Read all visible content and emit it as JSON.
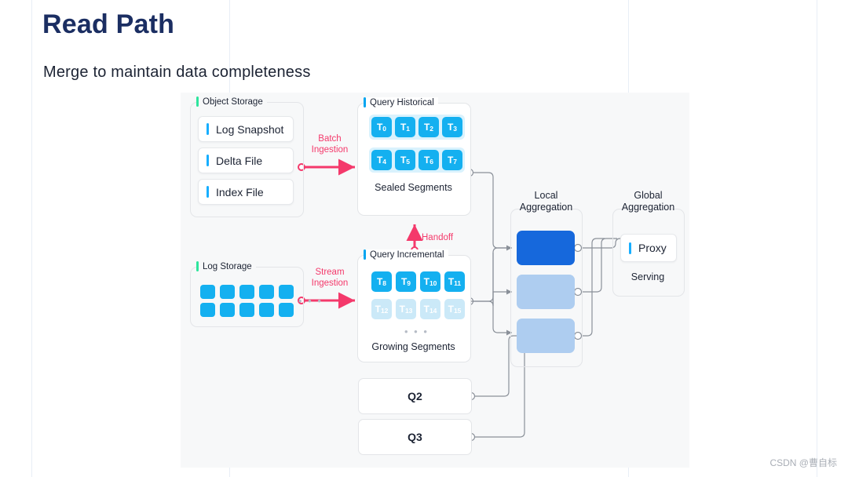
{
  "slide": {
    "title": "Read Path",
    "subtitle": "Merge to maintain data completeness",
    "watermark": "CSDN @曹自标"
  },
  "colors": {
    "title": "#1b2e62",
    "tile_blue": "#14b0f0",
    "tile_faded": "#cbe9f8",
    "agg_dark": "#1668dc",
    "agg_light": "#aecdf0",
    "accent_pink": "#f4396b",
    "accent_green": "#2ee59d",
    "canvas_bg": "#f7f8f9"
  },
  "object_storage": {
    "label": "Object Storage",
    "items": [
      {
        "label": "Log Snapshot"
      },
      {
        "label": "Delta File"
      },
      {
        "label": "Index File"
      }
    ]
  },
  "log_storage": {
    "label": "Log Storage",
    "rows": 2,
    "cols": 5,
    "ellipsis": "• • •"
  },
  "query_historical": {
    "label": "Query Historical",
    "caption": "Sealed Segments",
    "rows": [
      {
        "tiles": [
          {
            "t": "T",
            "n": "0"
          },
          {
            "t": "T",
            "n": "1"
          },
          {
            "t": "T",
            "n": "2"
          },
          {
            "t": "T",
            "n": "3"
          }
        ],
        "faded": false
      },
      {
        "tiles": [
          {
            "t": "T",
            "n": "4"
          },
          {
            "t": "T",
            "n": "5"
          },
          {
            "t": "T",
            "n": "6"
          },
          {
            "t": "T",
            "n": "7"
          }
        ],
        "faded": false
      }
    ]
  },
  "query_incremental": {
    "label": "Query Incremental",
    "caption": "Growing Segments",
    "ellipsis": "• • •",
    "rows": [
      {
        "tiles": [
          {
            "t": "T",
            "n": "8"
          },
          {
            "t": "T",
            "n": "9"
          },
          {
            "t": "T",
            "n": "10"
          },
          {
            "t": "T",
            "n": "11"
          }
        ],
        "faded": false
      },
      {
        "tiles": [
          {
            "t": "T",
            "n": "12"
          },
          {
            "t": "T",
            "n": "13"
          },
          {
            "t": "T",
            "n": "14"
          },
          {
            "t": "T",
            "n": "15"
          }
        ],
        "faded": true
      }
    ]
  },
  "queries": [
    {
      "label": "Q2"
    },
    {
      "label": "Q3"
    }
  ],
  "local_aggregation": {
    "label": "Local\nAggregation",
    "label_line1": "Local",
    "label_line2": "Aggregation",
    "blocks": [
      {
        "style": "dark"
      },
      {
        "style": "light"
      },
      {
        "style": "light"
      }
    ]
  },
  "global_aggregation": {
    "label_line1": "Global",
    "label_line2": "Aggregation",
    "proxy_label": "Proxy",
    "caption": "Serving"
  },
  "flows": [
    {
      "name": "batch-ingestion",
      "line1": "Batch",
      "line2": "Ingestion"
    },
    {
      "name": "stream-ingestion",
      "line1": "Stream",
      "line2": "Ingestion"
    },
    {
      "name": "handoff",
      "line1": "Handoff",
      "line2": ""
    }
  ]
}
